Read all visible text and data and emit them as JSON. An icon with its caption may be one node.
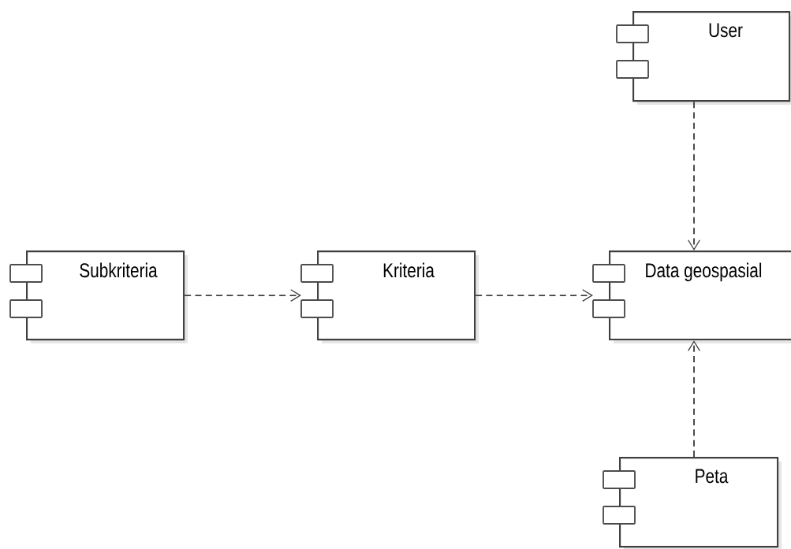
{
  "diagram": {
    "nodes": [
      {
        "text": [
          "User"
        ]
      },
      {
        "text": [
          "Subkriteria"
        ]
      },
      {
        "text": [
          "Kriteria"
        ]
      },
      {
        "text": [
          "Data geospasial"
        ]
      },
      {
        "text": [
          "Peta"
        ]
      }
    ],
    "edges": [
      {
        "from": 1,
        "to": 2,
        "arrow": "to",
        "style": "dashed"
      },
      {
        "from": 2,
        "to": 3,
        "arrow": "to",
        "style": "dashed"
      },
      {
        "from": 0,
        "to": 3,
        "arrow": "to",
        "style": "dashed"
      },
      {
        "from": 4,
        "to": 3,
        "arrow": "to",
        "style": "dashed"
      }
    ]
  }
}
